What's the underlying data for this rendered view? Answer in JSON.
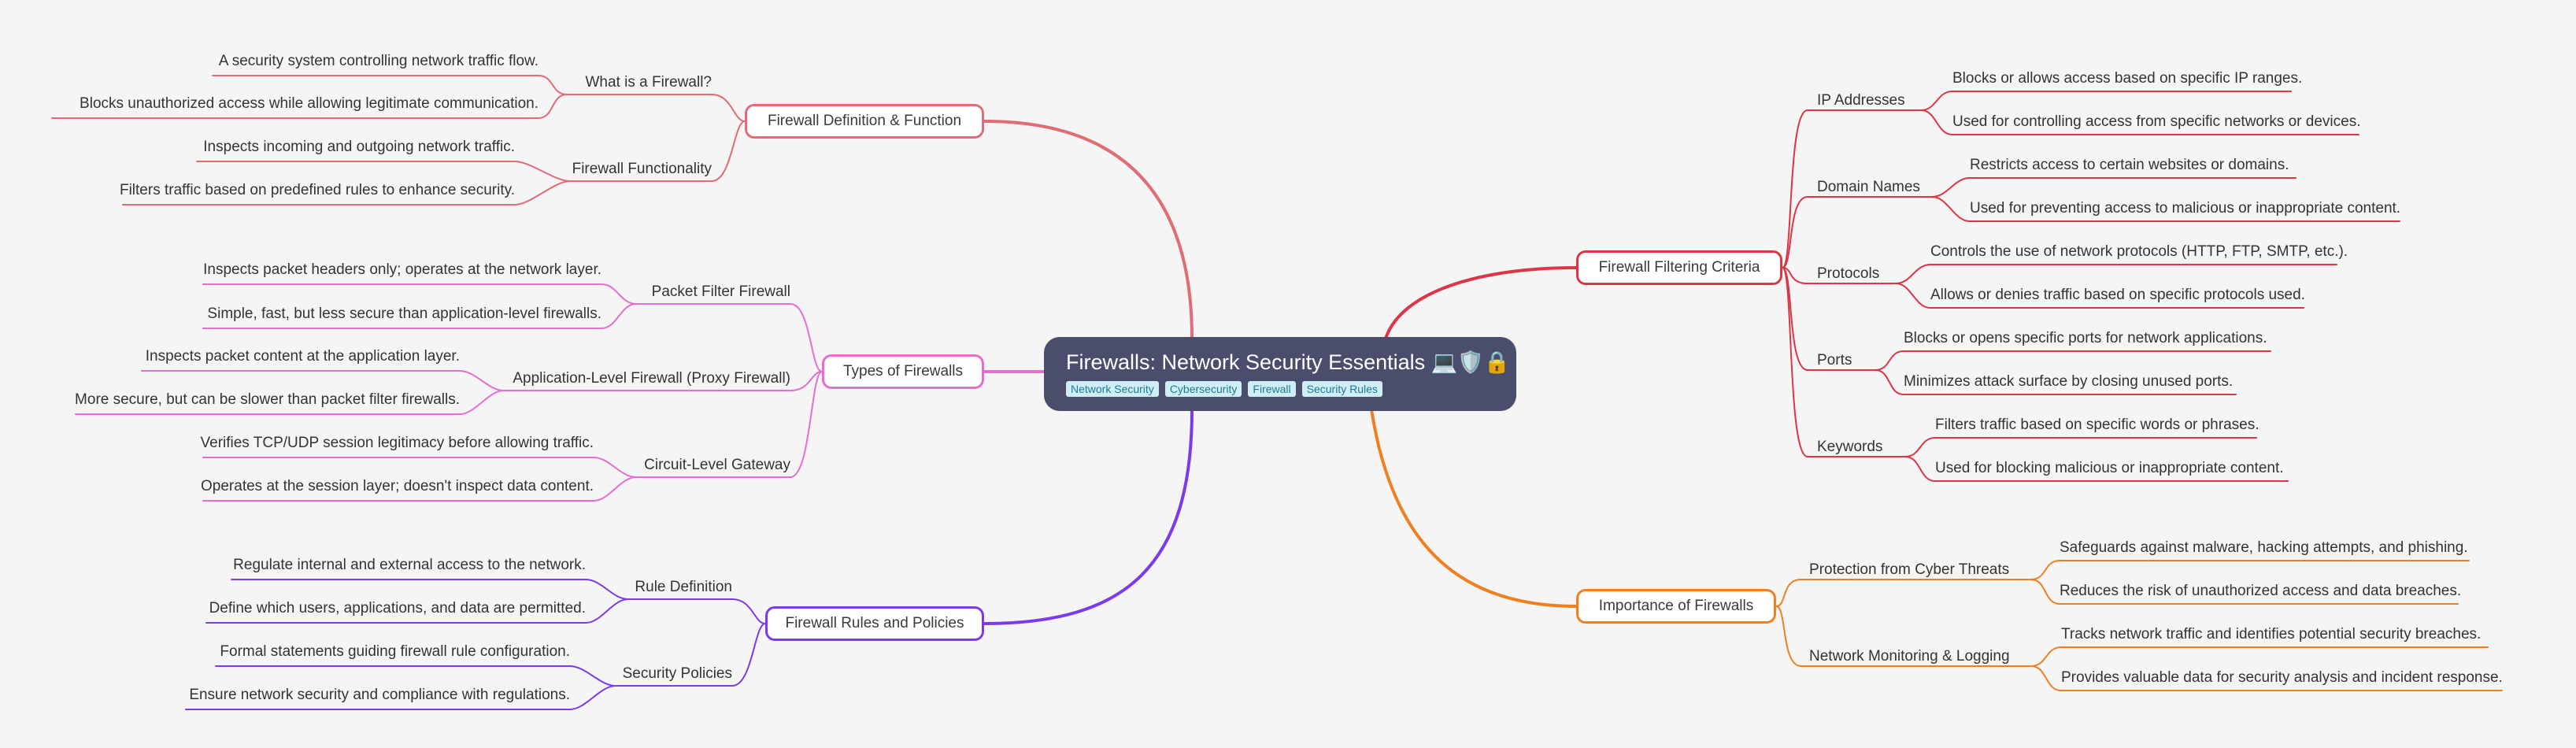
{
  "root": {
    "title": "Firewalls: Network Security Essentials",
    "icons": "💻🛡️🔒",
    "tags": [
      "Network Security",
      "Cybersecurity",
      "Firewall",
      "Security Rules"
    ]
  },
  "branches": [
    {
      "id": "definition",
      "label": "Firewall Definition & Function",
      "color": "#e06c75",
      "side": "left",
      "topics": [
        {
          "label": "What is a Firewall?",
          "leaves": [
            "A security system controlling network traffic flow.",
            "Blocks unauthorized access while allowing legitimate communication."
          ]
        },
        {
          "label": "Firewall Functionality",
          "leaves": [
            "Inspects incoming and outgoing network traffic.",
            "Filters traffic based on predefined rules to enhance security."
          ]
        }
      ]
    },
    {
      "id": "types",
      "label": "Types of Firewalls",
      "color": "#e66dd0",
      "side": "left",
      "topics": [
        {
          "label": "Packet Filter Firewall",
          "leaves": [
            "Inspects packet headers only; operates at the network layer.",
            "Simple, fast, but less secure than application-level firewalls."
          ]
        },
        {
          "label": "Application-Level Firewall (Proxy Firewall)",
          "leaves": [
            "Inspects packet content at the application layer.",
            "More secure, but can be slower than packet filter firewalls."
          ]
        },
        {
          "label": "Circuit-Level Gateway",
          "leaves": [
            "Verifies TCP/UDP session legitimacy before allowing traffic.",
            "Operates at the session layer; doesn't inspect data content."
          ]
        }
      ]
    },
    {
      "id": "rules",
      "label": "Firewall Rules and Policies",
      "color": "#7c3aed",
      "side": "left",
      "topics": [
        {
          "label": "Rule Definition",
          "leaves": [
            "Regulate internal and external access to the network.",
            "Define which users, applications, and data are permitted."
          ]
        },
        {
          "label": "Security Policies",
          "leaves": [
            "Formal statements guiding firewall rule configuration.",
            "Ensure network security and compliance with regulations."
          ]
        }
      ]
    },
    {
      "id": "filtering",
      "label": "Firewall Filtering Criteria",
      "color": "#dc3545",
      "side": "right",
      "topics": [
        {
          "label": "IP Addresses",
          "leaves": [
            "Blocks or allows access based on specific IP ranges.",
            "Used for controlling access from specific networks or devices."
          ]
        },
        {
          "label": "Domain Names",
          "leaves": [
            "Restricts access to certain websites or domains.",
            "Used for preventing access to malicious or inappropriate content."
          ]
        },
        {
          "label": "Protocols",
          "leaves": [
            "Controls the use of network protocols (HTTP, FTP, SMTP, etc.).",
            "Allows or denies traffic based on specific protocols used."
          ]
        },
        {
          "label": "Ports",
          "leaves": [
            "Blocks or opens specific ports for network applications.",
            "Minimizes attack surface by closing unused ports."
          ]
        },
        {
          "label": "Keywords",
          "leaves": [
            "Filters traffic based on specific words or phrases.",
            "Used for blocking malicious or inappropriate content."
          ]
        }
      ]
    },
    {
      "id": "importance",
      "label": "Importance of Firewalls",
      "color": "#f07f1f",
      "side": "right",
      "topics": [
        {
          "label": "Protection from Cyber Threats",
          "leaves": [
            "Safeguards against malware, hacking attempts, and phishing.",
            "Reduces the risk of unauthorized access and data breaches."
          ]
        },
        {
          "label": "Network Monitoring & Logging",
          "leaves": [
            "Tracks network traffic and identifies potential security breaches.",
            "Provides valuable data for security analysis and incident response."
          ]
        }
      ]
    }
  ]
}
